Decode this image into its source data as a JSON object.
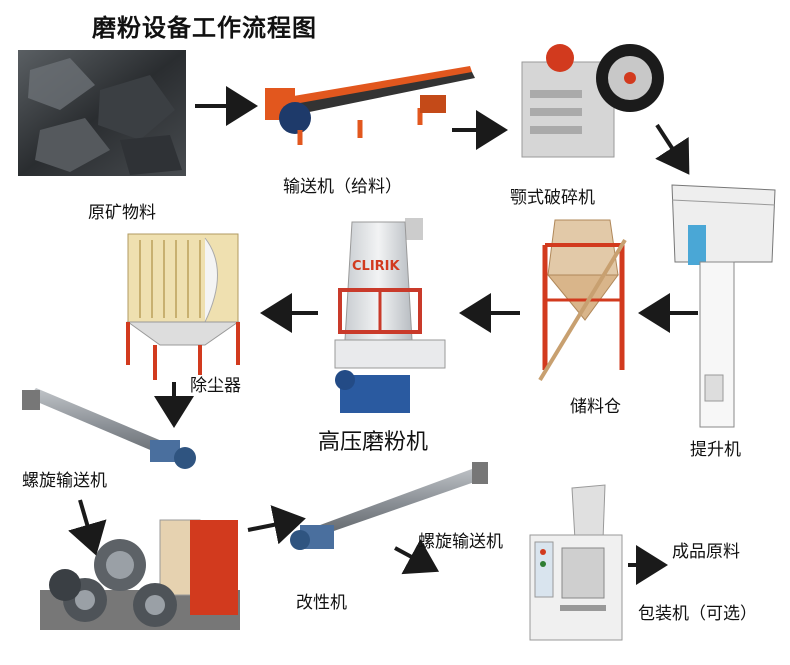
{
  "title": "磨粉设备工作流程图",
  "stages": {
    "raw_material": "原矿物料",
    "conveyor": "输送机（给料）",
    "jaw_crusher": "颚式破碎机",
    "elevator": "提升机",
    "storage_bin": "储料仓",
    "mill": "高压磨粉机",
    "dust_collector": "除尘器",
    "screw_conveyor_1": "螺旋输送机",
    "modifier": "改性机",
    "screw_conveyor_2": "螺旋输送机",
    "finished_product": "成品原料",
    "packing_machine": "包装机（可选）"
  },
  "brand": "CLIRIK",
  "colors": {
    "arrow": "#1a1a1a",
    "machine_orange": "#e2571e",
    "machine_red": "#d23a1e",
    "steel_blue": "#4a6f9e",
    "pipe_grey": "#8a8f95"
  }
}
